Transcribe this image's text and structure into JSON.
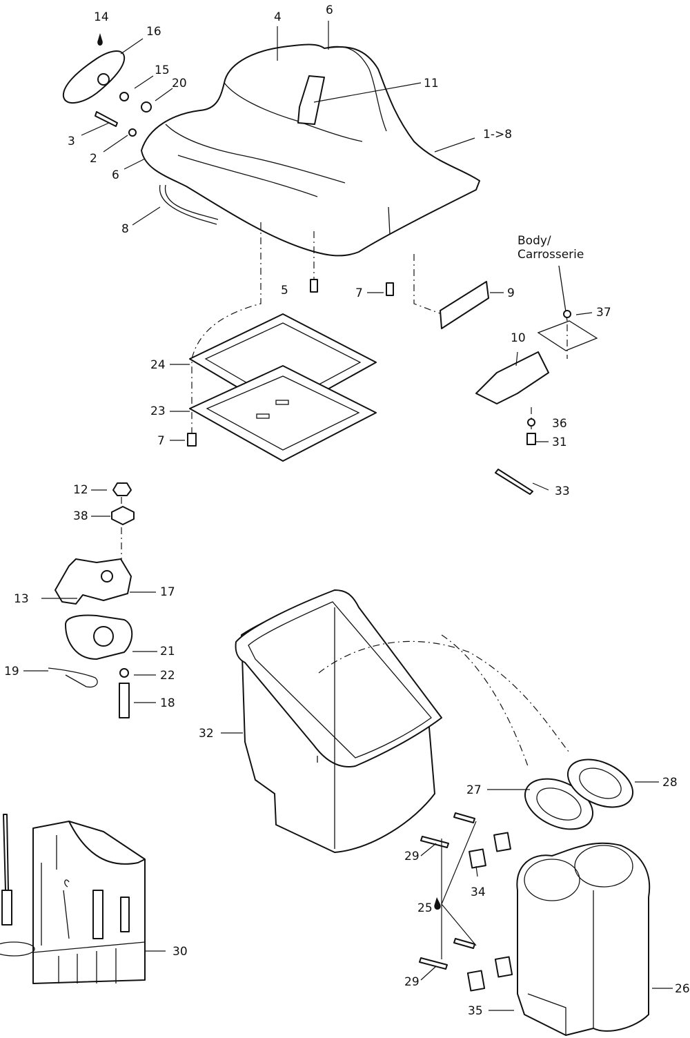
{
  "diagram": {
    "body_note": "Body/\nCarrosserie",
    "callouts": [
      "14",
      "16",
      "4",
      "6",
      "15",
      "20",
      "11",
      "3",
      "2",
      "6",
      "1->8",
      "8",
      "5",
      "7",
      "9",
      "37",
      "10",
      "24",
      "23",
      "7",
      "36",
      "31",
      "33",
      "12",
      "38",
      "13",
      "17",
      "21",
      "19",
      "22",
      "18",
      "32",
      "27",
      "28",
      "29",
      "34",
      "25",
      "29",
      "35",
      "26",
      "30"
    ]
  }
}
